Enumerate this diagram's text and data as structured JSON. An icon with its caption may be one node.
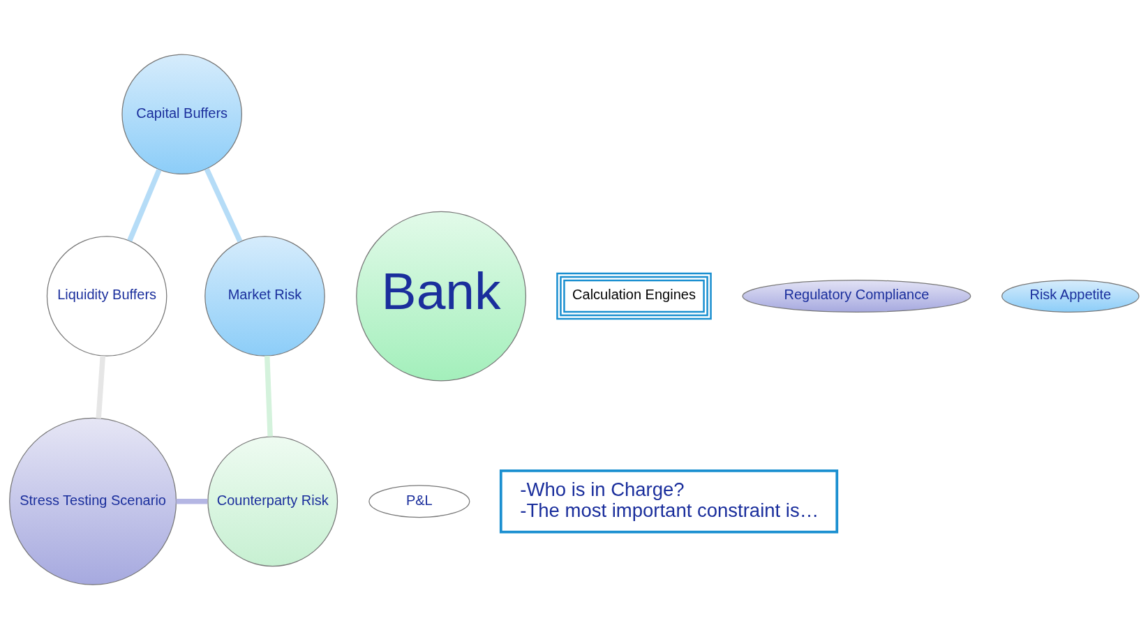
{
  "diagram": {
    "nodes": [
      {
        "text": [
          "Capital Buffers"
        ]
      },
      {
        "text": [
          "Market Risk"
        ]
      },
      {
        "text": [
          "Bank"
        ]
      },
      {
        "text": [
          "Liquidity Buffers"
        ]
      },
      {
        "text": [
          "Calculation Engines"
        ]
      },
      {
        "text": [
          "Regulatory Compliance"
        ]
      },
      {
        "text": [
          "Risk Appetite"
        ]
      },
      {
        "text": [
          "P&L"
        ]
      },
      {
        "text": [
          "Counterparty Risk"
        ]
      },
      {
        "text": [
          "Stress Testing Scenario"
        ]
      },
      {
        "text": [
          "-Who is in Charge?",
          "-The most important constraint is…"
        ]
      }
    ],
    "edges": [
      {
        "from": 0,
        "to": 3,
        "arrow": "none",
        "color": "#b5dcf7"
      },
      {
        "from": 3,
        "to": 9,
        "arrow": "none",
        "color": "#e6e6e6"
      },
      {
        "from": 9,
        "to": 8,
        "arrow": "none",
        "color": "#b4b6e3"
      },
      {
        "from": 8,
        "to": 1,
        "arrow": "none",
        "color": "#d4f2dc"
      },
      {
        "from": 1,
        "to": 0,
        "arrow": "none",
        "color": "#b5dcf7"
      }
    ]
  }
}
